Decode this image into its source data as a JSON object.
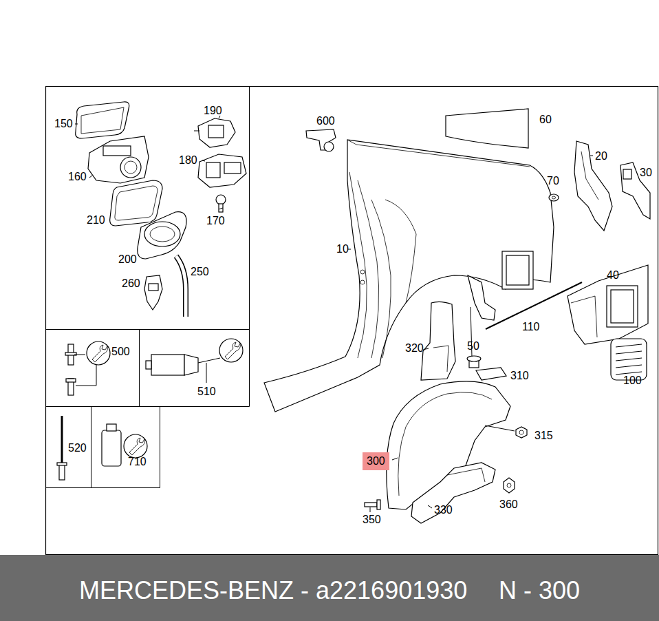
{
  "diagram": {
    "nodes": [
      {
        "text": [
          "300"
        ]
      },
      {
        "text": [
          "MERCEDES-BENZ - a2216901930",
          "N - 300"
        ]
      }
    ],
    "labels": [
      "150",
      "190",
      "160",
      "180",
      "210",
      "170",
      "200",
      "250",
      "260",
      "600",
      "60",
      "20",
      "30",
      "70",
      "10",
      "40",
      "110",
      "50",
      "320",
      "310",
      "100",
      "500",
      "510",
      "520",
      "710",
      "315",
      "360",
      "330",
      "350"
    ]
  }
}
